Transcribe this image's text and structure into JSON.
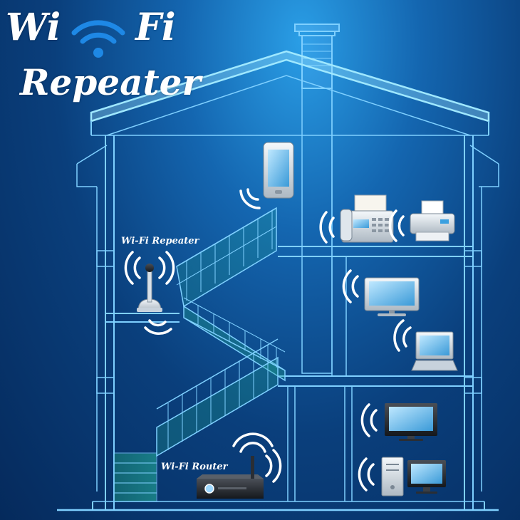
{
  "title": {
    "word1": "Wi",
    "word2": "Fi",
    "line2": "Repeater"
  },
  "labels": {
    "repeater": "Wi-Fi Repeater",
    "router": "Wi-Fi Router"
  },
  "devices": [
    {
      "name": "smartphone",
      "floor": "upper"
    },
    {
      "name": "fax-machine",
      "floor": "upper"
    },
    {
      "name": "printer",
      "floor": "upper"
    },
    {
      "name": "wifi-repeater",
      "floor": "middle"
    },
    {
      "name": "tv",
      "floor": "middle"
    },
    {
      "name": "laptop",
      "floor": "middle"
    },
    {
      "name": "monitor",
      "floor": "ground"
    },
    {
      "name": "desktop-computer",
      "floor": "ground"
    },
    {
      "name": "wifi-router",
      "floor": "ground"
    }
  ],
  "colors": {
    "background_center": "#2a9ee6",
    "background_edge": "#052a5c",
    "blueprint_line": "#7fd0ff",
    "roof_glow": "#9fe8ff",
    "stair_fill": "#1fa08a",
    "wave": "#ffffff"
  }
}
